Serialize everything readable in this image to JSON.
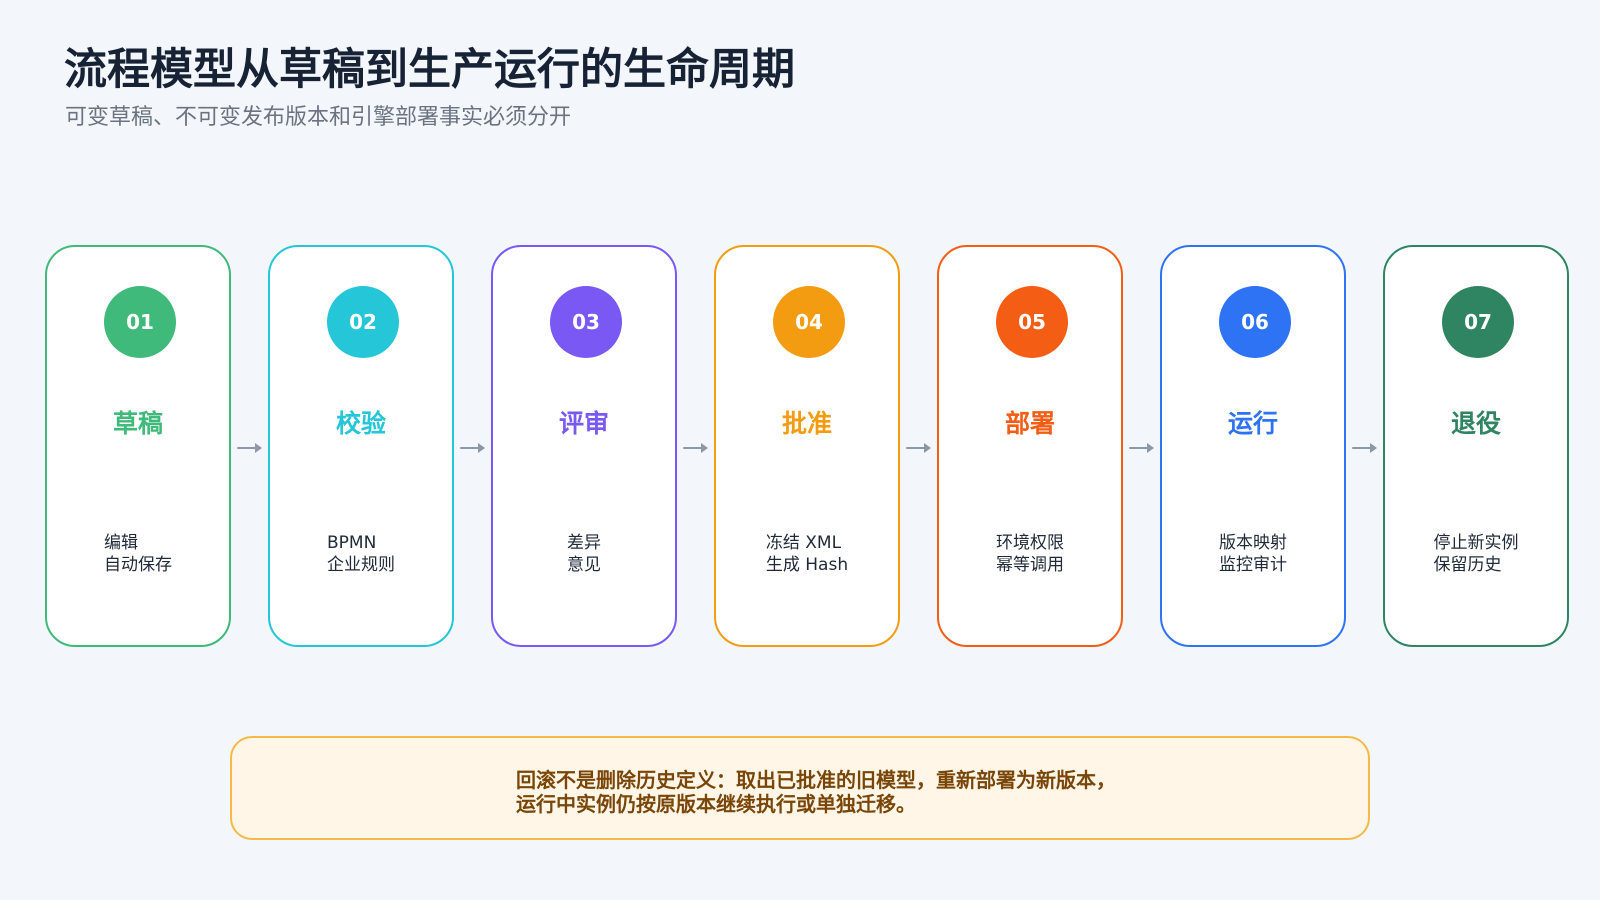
{
  "header": {
    "title": "流程模型从草稿到生产运行的生命周期",
    "subtitle": "可变草稿、不可变发布版本和引擎部署事实必须分开"
  },
  "stages": [
    {
      "number": "01",
      "title": "草稿",
      "lines": [
        "编辑",
        "自动保存"
      ],
      "color": "#3fba7a"
    },
    {
      "number": "02",
      "title": "校验",
      "lines": [
        "BPMN",
        "企业规则"
      ],
      "color": "#24c6d8"
    },
    {
      "number": "03",
      "title": "评审",
      "lines": [
        "差异",
        "意见"
      ],
      "color": "#7958f3"
    },
    {
      "number": "04",
      "title": "批准",
      "lines": [
        "冻结 XML",
        "生成 Hash"
      ],
      "color": "#f39c12"
    },
    {
      "number": "05",
      "title": "部署",
      "lines": [
        "环境权限",
        "幂等调用"
      ],
      "color": "#f45d14"
    },
    {
      "number": "06",
      "title": "运行",
      "lines": [
        "版本映射",
        "监控审计"
      ],
      "color": "#2f73f5"
    },
    {
      "number": "07",
      "title": "退役",
      "lines": [
        "停止新实例",
        "保留历史"
      ],
      "color": "#2f8561"
    }
  ],
  "note": {
    "line1": "回滚不是删除历史定义：取出已批准的旧模型，重新部署为新版本，",
    "line2": "运行中实例仍按原版本继续执行或单独迁移。"
  }
}
